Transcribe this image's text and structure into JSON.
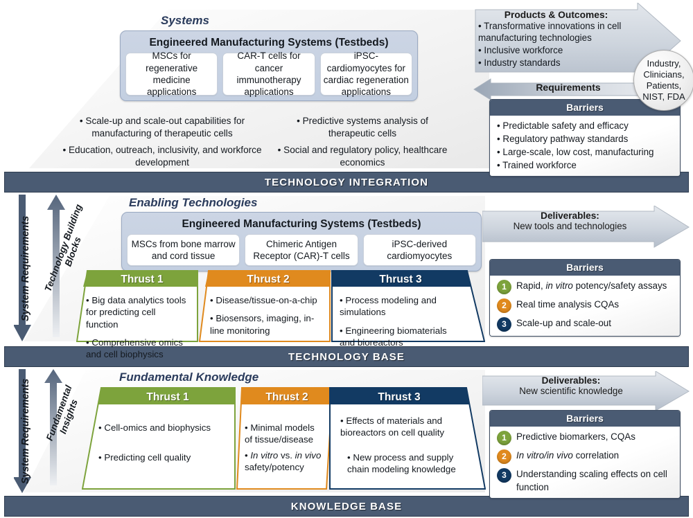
{
  "bands": {
    "technology_integration": "TECHNOLOGY INTEGRATION",
    "technology_base": "TECHNOLOGY BASE",
    "knowledge_base": "KNOWLEDGE BASE"
  },
  "colors": {
    "band": "#4a5b73",
    "thrust1": "#7da33c",
    "thrust2": "#e08a1e",
    "thrust3": "#123a63",
    "testbed_panel": "#c6d1e2",
    "title_blue": "#2a3b5c",
    "arrow_gray": "#c3c9d1"
  },
  "tier_systems": {
    "section_title": "Systems",
    "testbeds": {
      "title": "Engineered Manufacturing Systems (Testbeds)",
      "cards": [
        "MSCs for regenerative medicine applications",
        "CAR-T cells for cancer immunotherapy applications",
        "iPSC-cardiomyocytes for cardiac regeneration applications"
      ]
    },
    "bullets_left": [
      "• Scale-up and scale-out capabilities for manufacturing of therapeutic cells",
      "• Education, outreach, inclusivity, and workforce development"
    ],
    "bullets_right": [
      "• Predictive systems analysis of therapeutic cells",
      "• Social and regulatory policy, healthcare economics"
    ],
    "products": {
      "heading": "Products & Outcomes:",
      "items": [
        "• Transformative innovations in cell manufacturing technologies",
        "• Inclusive workforce",
        "• Industry standards"
      ]
    },
    "requirements_label": "Requirements",
    "stakeholders": "Industry, Clinicians, Patients, NIST, FDA",
    "barriers": {
      "title": "Barriers",
      "items": [
        "• Predictable safety and efficacy",
        "• Regulatory pathway standards",
        "• Large-scale, low cost, manufacturing",
        "• Trained workforce"
      ]
    }
  },
  "tier_enabling": {
    "section_title": "Enabling Technologies",
    "left_axis_down": "System Requirements",
    "left_axis_up": "Technology Building Blocks",
    "testbeds": {
      "title": "Engineered Manufacturing Systems (Testbeds)",
      "cards": [
        "MSCs from bone marrow and cord tissue",
        "Chimeric Antigen Receptor (CAR)-T cells",
        "iPSC-derived cardiomyocytes"
      ]
    },
    "thrusts": [
      {
        "title": "Thrust 1",
        "color": "#7da33c",
        "bullets": [
          "• Big data analytics tools for predicting cell function",
          "• Comprehensive omics and cell biophysics"
        ]
      },
      {
        "title": "Thrust 2",
        "color": "#e08a1e",
        "bullets": [
          "• Disease/tissue-on-a-chip",
          "• Biosensors, imaging, in-line monitoring"
        ]
      },
      {
        "title": "Thrust 3",
        "color": "#123a63",
        "bullets": [
          "• Process modeling and simulations",
          "• Engineering biomaterials and bioreactors"
        ]
      }
    ],
    "deliverables": {
      "heading": "Deliverables:",
      "text": "New tools and technologies"
    },
    "barriers": {
      "title": "Barriers",
      "items": [
        {
          "num": "1",
          "color": "#7da33c",
          "text_pre": "Rapid, ",
          "text_ital": "in vitro",
          "text_post": " potency/safety assays"
        },
        {
          "num": "2",
          "color": "#e08a1e",
          "text_pre": "Real time analysis CQAs",
          "text_ital": "",
          "text_post": ""
        },
        {
          "num": "3",
          "color": "#123a63",
          "text_pre": "Scale-up and scale-out",
          "text_ital": "",
          "text_post": ""
        }
      ]
    }
  },
  "tier_fundamental": {
    "section_title": "Fundamental Knowledge",
    "left_axis_down": "System Requirements",
    "left_axis_up": "Fundamental Insights",
    "thrusts": [
      {
        "title": "Thrust 1",
        "color": "#7da33c",
        "bullets": [
          "• Cell-omics and biophysics",
          "• Predicting cell quality"
        ]
      },
      {
        "title": "Thrust 2",
        "color": "#e08a1e",
        "bullets": [
          "• Minimal models of tissue/disease",
          "• In vitro vs. in vivo safety/potency"
        ]
      },
      {
        "title": "Thrust 3",
        "color": "#123a63",
        "bullets": [
          "• Effects of materials and bioreactors on cell quality",
          "• New process and supply chain modeling knowledge"
        ]
      }
    ],
    "deliverables": {
      "heading": "Deliverables:",
      "text": "New scientific knowledge"
    },
    "barriers": {
      "title": "Barriers",
      "items": [
        {
          "num": "1",
          "color": "#7da33c",
          "text_pre": "Predictive biomarkers, CQAs",
          "text_ital": "",
          "text_post": ""
        },
        {
          "num": "2",
          "color": "#e08a1e",
          "text_pre": "",
          "text_ital": "In vitro/in vivo",
          "text_post": " correlation"
        },
        {
          "num": "3",
          "color": "#123a63",
          "text_pre": "Understanding scaling effects on cell function",
          "text_ital": "",
          "text_post": ""
        }
      ]
    }
  }
}
